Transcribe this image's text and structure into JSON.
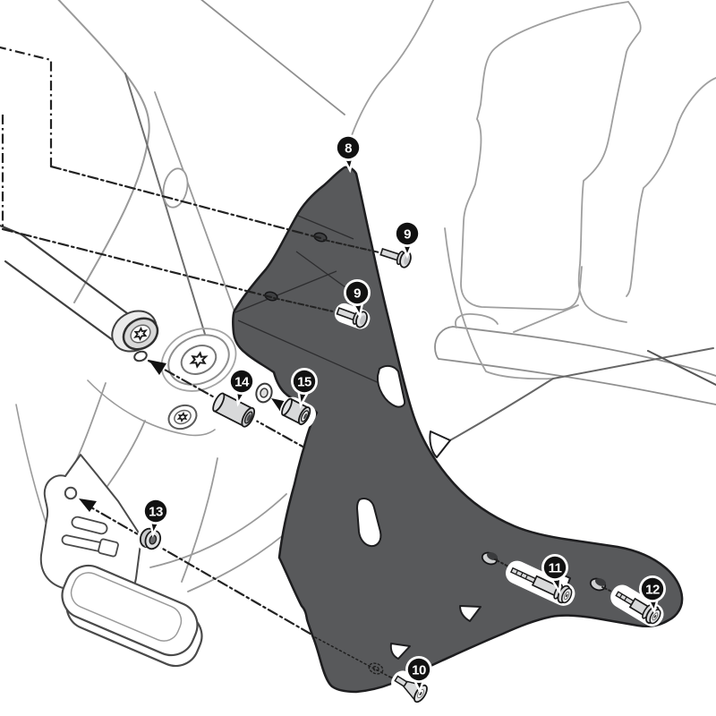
{
  "diagram": {
    "type": "exploded-assembly-instruction",
    "subject": "motorcycle side-carrier plate mounting",
    "callouts": [
      {
        "number": "8"
      },
      {
        "number": "9"
      },
      {
        "number": "9"
      },
      {
        "number": "10"
      },
      {
        "number": "11"
      },
      {
        "number": "12"
      },
      {
        "number": "13"
      },
      {
        "number": "14"
      },
      {
        "number": "15"
      }
    ],
    "colors": {
      "plate": "#58595B",
      "plate_outline": "#1D1D1F",
      "fastener": "#D8D9DA",
      "balloon_fill": "#111111",
      "balloon_text": "#FFFFFF",
      "leader_line": "#222222",
      "bodywork_line": "#9A9A9A",
      "background": "#FFFFFF"
    }
  }
}
